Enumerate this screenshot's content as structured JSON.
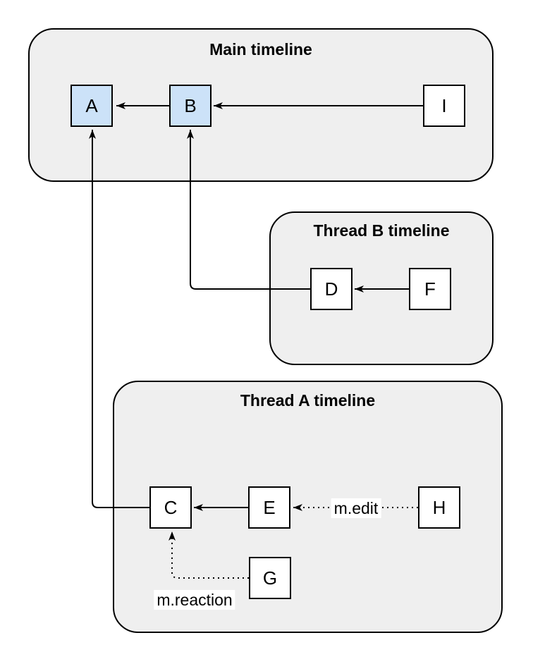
{
  "diagram": {
    "background_color": "#ffffff",
    "container_fill": "#efefef",
    "highlight_node_fill": "#cce2f8",
    "default_node_fill": "#ffffff",
    "stroke_color": "#000000",
    "containers": {
      "main": {
        "title": "Main timeline"
      },
      "thread_b": {
        "title": "Thread B timeline"
      },
      "thread_a": {
        "title": "Thread A timeline"
      }
    },
    "nodes": {
      "a": {
        "label": "A",
        "timeline": "Main timeline",
        "highlighted": true
      },
      "b": {
        "label": "B",
        "timeline": "Main timeline",
        "highlighted": true
      },
      "i": {
        "label": "I",
        "timeline": "Main timeline",
        "highlighted": false
      },
      "d": {
        "label": "D",
        "timeline": "Thread B timeline",
        "highlighted": false
      },
      "f": {
        "label": "F",
        "timeline": "Thread B timeline",
        "highlighted": false
      },
      "c": {
        "label": "C",
        "timeline": "Thread A timeline",
        "highlighted": false
      },
      "e": {
        "label": "E",
        "timeline": "Thread A timeline",
        "highlighted": false
      },
      "h": {
        "label": "H",
        "timeline": "Thread A timeline",
        "highlighted": false
      },
      "g": {
        "label": "G",
        "timeline": "Thread A timeline",
        "highlighted": false
      }
    },
    "edges": [
      {
        "from": "B",
        "to": "A",
        "style": "solid",
        "label": ""
      },
      {
        "from": "I",
        "to": "B",
        "style": "solid",
        "label": ""
      },
      {
        "from": "F",
        "to": "D",
        "style": "solid",
        "label": ""
      },
      {
        "from": "D",
        "to": "B",
        "style": "solid",
        "label": ""
      },
      {
        "from": "E",
        "to": "C",
        "style": "solid",
        "label": ""
      },
      {
        "from": "C",
        "to": "A",
        "style": "solid",
        "label": ""
      },
      {
        "from": "H",
        "to": "E",
        "style": "dotted",
        "label": "m.edit"
      },
      {
        "from": "G",
        "to": "C",
        "style": "dotted",
        "label": "m.reaction"
      }
    ],
    "edge_labels": {
      "edit": {
        "label": "m.edit"
      },
      "reaction": {
        "label": "m.reaction"
      }
    }
  }
}
